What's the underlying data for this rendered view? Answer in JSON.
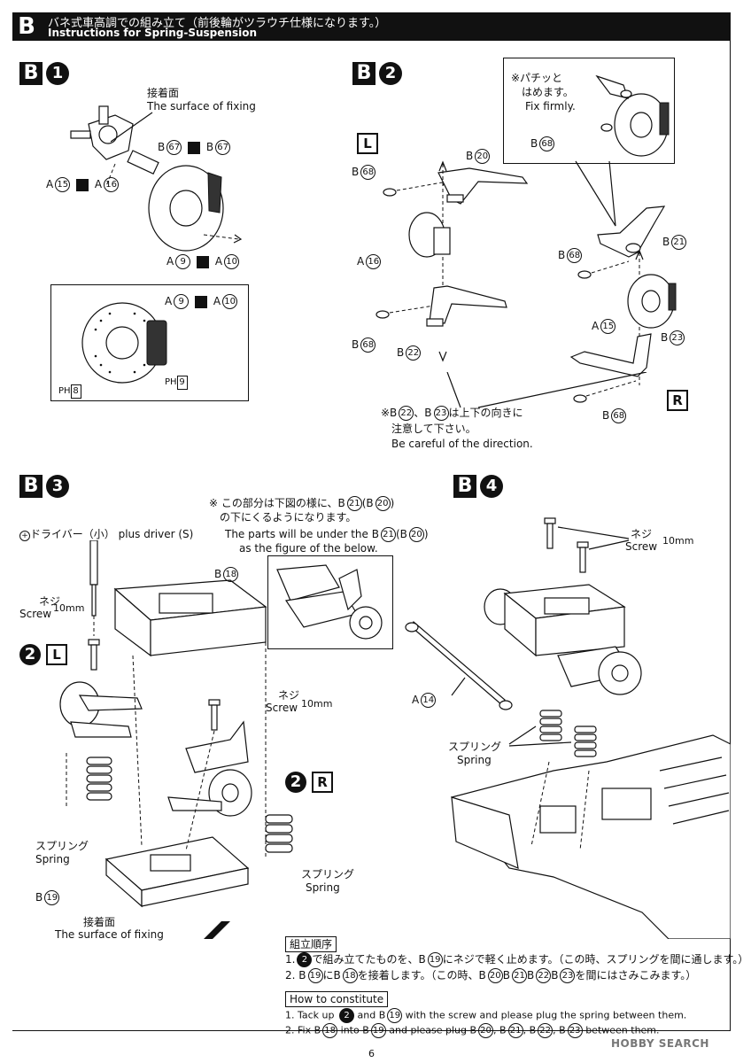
{
  "header": {
    "section_letter": "B",
    "title_jp": "バネ式車高調での組み立て（前後輪がツラウチ仕様になります。）",
    "title_en": "Instructions for Spring-Suspension"
  },
  "step_b1": {
    "letter": "B",
    "num": "1",
    "surface_jp": "接着面",
    "surface_en": "The surface of fixing",
    "b67a_pre": "B",
    "b67a": "67",
    "b67b_pre": "B",
    "b67b": "67",
    "a15_pre": "A",
    "a15": "15",
    "a16_pre": "A",
    "a16": "16",
    "a9_pre": "A",
    "a9": "9",
    "a10_pre": "A",
    "a10": "10",
    "inset_a9_pre": "A",
    "inset_a9": "9",
    "inset_a10_pre": "A",
    "inset_a10": "10",
    "ph8_pre": "PH",
    "ph8": "8",
    "ph9_pre": "PH",
    "ph9": "9"
  },
  "step_b2": {
    "letter": "B",
    "num": "2",
    "left_tag": "L",
    "right_tag": "R",
    "inset_note_jp1": "※パチッと",
    "inset_note_jp2": "はめます。",
    "inset_note_en": "Fix firmly.",
    "inset_b68_pre": "B",
    "inset_b68": "68",
    "l_b68_top_pre": "B",
    "l_b68_top": "68",
    "l_b20_pre": "B",
    "l_b20": "20",
    "l_a16_pre": "A",
    "l_a16": "16",
    "l_b68_bot_pre": "B",
    "l_b68_bot": "68",
    "l_b22_pre": "B",
    "l_b22": "22",
    "r_b21_pre": "B",
    "r_b21": "21",
    "r_b68_top_pre": "B",
    "r_b68_top": "68",
    "r_a15_pre": "A",
    "r_a15": "15",
    "r_b23_pre": "B",
    "r_b23": "23",
    "r_b68_bot_pre": "B",
    "r_b68_bot": "68",
    "dir_note_jp1_pre": "※B",
    "dir_note_b22": "22",
    "dir_note_mid": "、B",
    "dir_note_b23": "23",
    "dir_note_jp1_post": "は上下の向きに",
    "dir_note_jp2": "注意して下さい。",
    "dir_note_en": "Be careful of the direction."
  },
  "step_b3": {
    "letter": "B",
    "num": "3",
    "note_jp1_pre": "※ この部分は下図の様に、B",
    "note_b21": "21",
    "note_b20": "20",
    "note_jp2": "の下にくるようになります。",
    "note_en1_pre": "The parts will be under the B",
    "note_en_b21": "21",
    "note_en_b20": "20",
    "note_en2": "as the figure of the below.",
    "driver_jp": "ドライバー（小）",
    "driver_en": "plus driver (S)",
    "b18_pre": "B",
    "b18": "18",
    "screw_jp": "ネジ",
    "screw_en": "Screw",
    "screw_size": "10mm",
    "screw2_jp": "ネジ",
    "screw2_en": "Screw",
    "screw2_size": "10mm",
    "sub_l_num": "2",
    "sub_l_tag": "L",
    "sub_r_num": "2",
    "sub_r_tag": "R",
    "spring_l_jp": "スプリング",
    "spring_l_en": "Spring",
    "spring_r_jp": "スプリング",
    "spring_r_en": "Spring",
    "b19_pre": "B",
    "b19": "19",
    "surface_jp": "接着面",
    "surface_en": "The surface of fixing"
  },
  "step_b4": {
    "letter": "B",
    "num": "4",
    "screw_jp": "ネジ",
    "screw_en": "Screw",
    "screw_size": "10mm",
    "a14_pre": "A",
    "a14": "14",
    "spring_jp": "スプリング",
    "spring_en": "Spring"
  },
  "order": {
    "jp_title": "組立順序",
    "jp1_pre": "1.",
    "jp1_num": "2",
    "jp1_mid": "で組み立てたものを、B",
    "jp1_b19": "19",
    "jp1_post": "にネジで軽く止めます。（この時、スプリングを間に通します。）",
    "jp2_pre": "2. B",
    "jp2_b19": "19",
    "jp2_mid1": "にB",
    "jp2_b18": "18",
    "jp2_mid2": "を接着します。（この時、B",
    "jp2_b20": "20",
    "jp2_b_a": "B",
    "jp2_b21": "21",
    "jp2_b_b": "B",
    "jp2_b22": "22",
    "jp2_b_c": "B",
    "jp2_b23": "23",
    "jp2_post": "を間にはさみこみます。）",
    "en_title": "How to constitute",
    "en1_pre": "1. Tack up",
    "en1_num": "2",
    "en1_mid": "and B",
    "en1_b19": "19",
    "en1_post": "with the screw and please plug the spring between them.",
    "en2_pre": "2. Fix B",
    "en2_b18": "18",
    "en2_mid1": "into B",
    "en2_b19": "19",
    "en2_mid2": "and please plug B",
    "en2_b20": "20",
    "en2_c1": ", B",
    "en2_b21": "21",
    "en2_c2": ", B",
    "en2_b22": "22",
    "en2_c3": ", B",
    "en2_b23": "23",
    "en2_post": "between them."
  },
  "footer": {
    "page_number": "6",
    "watermark": "HOBBY SEARCH"
  }
}
